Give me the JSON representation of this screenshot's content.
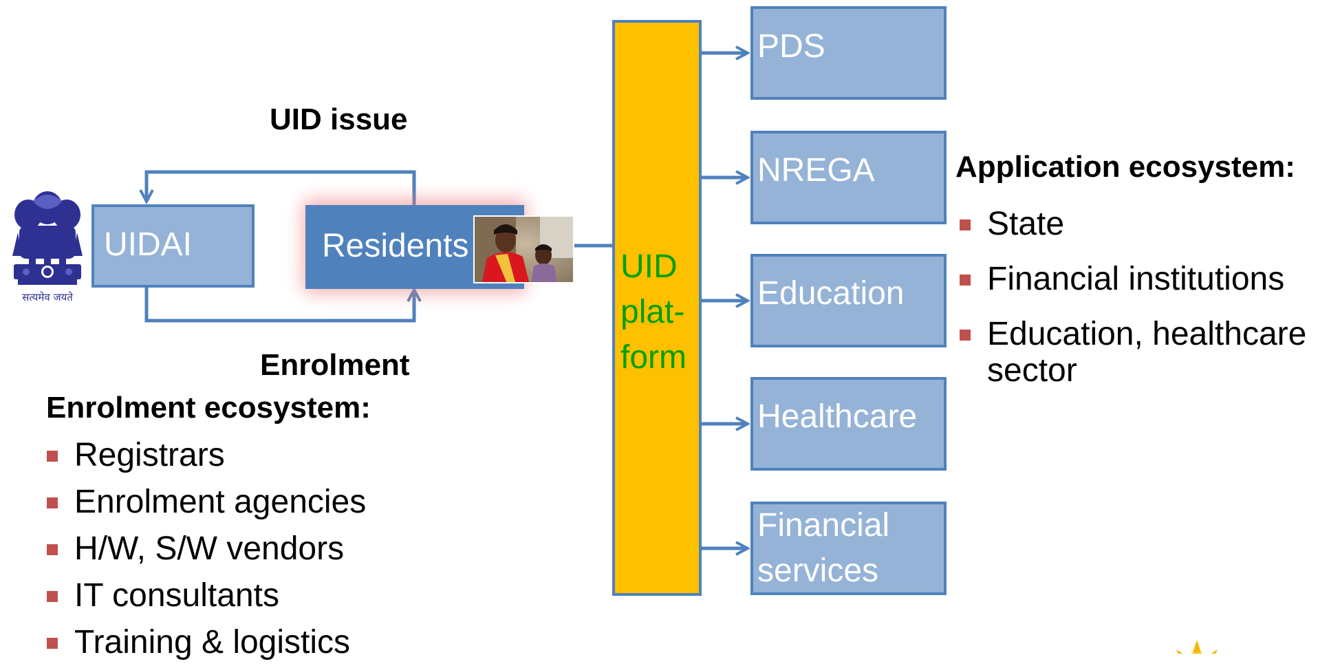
{
  "colors": {
    "box_fill": "#95b3d7",
    "box_border": "#4f81bd",
    "residents_fill": "#4f81bd",
    "platform_fill": "#ffc000",
    "platform_text": "#00a000",
    "bullet": "#c0504d",
    "connector": "#4f81bd",
    "footer_rule": "#4f81bd"
  },
  "left": {
    "uid_issue_label": "UID issue",
    "enrolment_label": "Enrolment",
    "uidai_label": "UIDAI",
    "residents_label": "Residents",
    "emblem_icon": "national-emblem-icon",
    "emblem_motto": "सत्यमेव जयते",
    "photo_icon": "residents-photo",
    "enrolment_heading": "Enrolment ecosystem:",
    "enrolment_items": [
      "Registrars",
      "Enrolment agencies",
      "H/W, S/W vendors",
      "IT consultants",
      "Training & logistics"
    ]
  },
  "platform": {
    "lines": [
      "UID",
      "plat-",
      "form"
    ]
  },
  "services": [
    {
      "lines": [
        "PDS"
      ]
    },
    {
      "lines": [
        "NREGA"
      ]
    },
    {
      "lines": [
        "Education"
      ]
    },
    {
      "lines": [
        "Healthcare"
      ]
    },
    {
      "lines": [
        "Financial",
        "services"
      ]
    }
  ],
  "application": {
    "heading": "Application ecosystem:",
    "items": [
      {
        "lines": [
          "State"
        ]
      },
      {
        "lines": [
          "Financial institutions"
        ]
      },
      {
        "lines": [
          "Education, healthcare",
          "sector"
        ]
      }
    ]
  },
  "footer": {
    "logo_icon": "sun-logo-icon"
  }
}
